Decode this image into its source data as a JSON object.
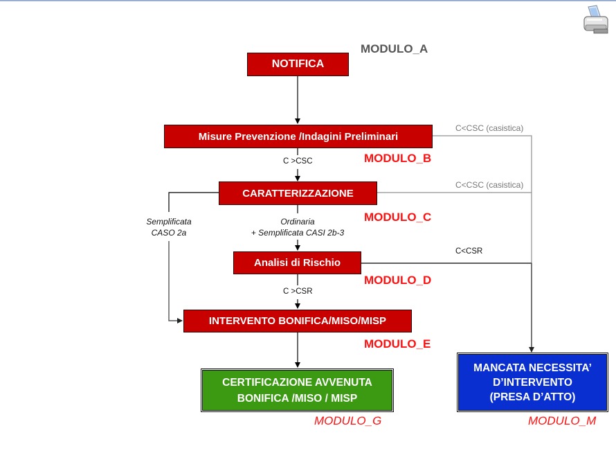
{
  "diagram": {
    "nodes": {
      "notifica": "NOTIFICA",
      "misure": "Misure Prevenzione /Indagini Preliminari",
      "caratterizzazione": "CARATTERIZZAZIONE",
      "analisi": "Analisi di Rischio",
      "intervento": "INTERVENTO BONIFICA/MISO/MISP",
      "certificazione_line1": "CERTIFICAZIONE AVVENUTA",
      "certificazione_line2": "BONIFICA /MISO / MISP",
      "mancata_line1": "MANCATA NECESSITA’",
      "mancata_line2": "D’INTERVENTO",
      "mancata_line3": "(PRESA D’ATTO)"
    },
    "modules": {
      "a": "MODULO_A",
      "b": "MODULO_B",
      "c": "MODULO_C",
      "d": "MODULO_D",
      "e": "MODULO_E",
      "g": "MODULO_G",
      "m": "MODULO_M"
    },
    "edge_labels": {
      "b_to_c": "C >CSC",
      "b_to_m": "C<CSC (casistica)",
      "c_to_m": "C<CSC (casistica)",
      "c_to_e_line1": "Semplificata",
      "c_to_e_line2": "CASO 2a",
      "c_to_d_line1": "Ordinaria",
      "c_to_d_line2": "+ Semplificata CASI 2b-3",
      "d_to_m": "C<CSR",
      "d_to_e": "C >CSR"
    },
    "colors": {
      "process": "#c80000",
      "success": "#3c9a12",
      "no_action": "#0a2fd0",
      "module_label": "#ff1010"
    }
  },
  "toolbar": {
    "print_icon": "printer-icon"
  }
}
